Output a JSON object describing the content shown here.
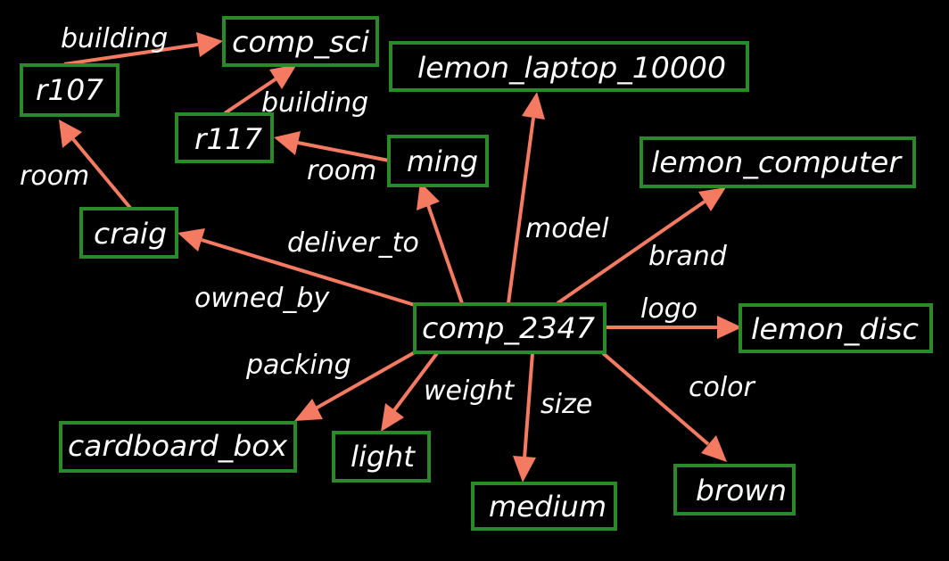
{
  "nodes": {
    "comp_sci": "comp_sci",
    "r107": "r107",
    "r117": "r117",
    "lemon_laptop": "lemon_laptop_10000",
    "ming": "ming",
    "lemon_computer": "lemon_computer",
    "craig": "craig",
    "comp_2347": "comp_2347",
    "lemon_disc": "lemon_disc",
    "cardboard_box": "cardboard_box",
    "light": "light",
    "medium": "medium",
    "brown": "brown"
  },
  "edges": {
    "r107_building": "building",
    "r117_building": "building",
    "craig_room": "room",
    "ming_room": "room",
    "owned_by": "owned_by",
    "deliver_to": "deliver_to",
    "model": "model",
    "brand": "brand",
    "logo": "logo",
    "packing": "packing",
    "weight": "weight",
    "size": "size",
    "color": "color"
  },
  "colors": {
    "background": "#000000",
    "node_border": "#2a8a2a",
    "edge": "#f47a62",
    "text": "#ffffff"
  }
}
